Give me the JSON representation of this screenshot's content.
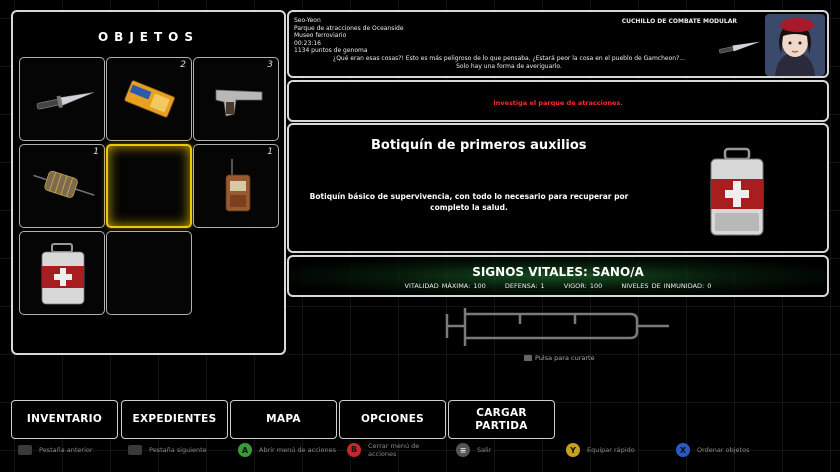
{
  "inventory": {
    "title": "OBJETOS",
    "slots": [
      {
        "item": "combat-knife",
        "qty": ""
      },
      {
        "item": "shotgun-shells",
        "qty": "2"
      },
      {
        "item": "magnum-pistol",
        "qty": "3"
      },
      {
        "item": "grenade",
        "qty": "1"
      },
      {
        "item": "empty",
        "qty": ""
      },
      {
        "item": "walkie-talkie",
        "qty": "1"
      },
      {
        "item": "first-aid-kit",
        "qty": ""
      },
      {
        "item": "empty",
        "qty": ""
      }
    ]
  },
  "info": {
    "character": "Seo-Yeon",
    "location": "Parque de atracciones de Oceanside",
    "sublocation": "Museo ferroviario",
    "time": "00:23:16",
    "genome": "1134 puntos de genoma",
    "quote_line1": "¿Qué eran esas cosas?! Esto es más peligroso de lo que pensaba. ¿Estará peor la cosa en el pueblo de Gamcheon?...",
    "quote_line2": "Solo hay una forma de averiguarlo.",
    "equipped_label": "CUCHILLO DE COMBATE MODULAR"
  },
  "objective": "Investiga el parque de atracciones.",
  "detail": {
    "title": "Botiquín de primeros auxilios",
    "description": "Botiquín básico de supervivencia, con todo lo necesario para recuperar por completo la salud."
  },
  "vitals": {
    "title": "SIGNOS VITALES: SANO/A",
    "stat1": "VITALIDAD MÁXIMA: 100",
    "stat2": "DEFENSA: 1",
    "stat3": "VIGOR: 100",
    "stat4": "NIVELES DE INMUNIDAD: 0"
  },
  "heal_hint": "Pulsa para curarte",
  "menu": {
    "inventory": "INVENTARIO",
    "files": "EXPEDIENTES",
    "map": "MAPA",
    "options": "OPCIONES",
    "load_line1": "CARGAR",
    "load_line2": "PARTIDA"
  },
  "hints": {
    "prev_tab": "Pestaña anterior",
    "next_tab": "Pestaña siguiente",
    "open_actions": "Abrir menú de acciones",
    "close_actions": "Cerrar menú de acciones",
    "exit": "Salir",
    "quick_equip": "Equipar rápido",
    "sort": "Ordenar objetos",
    "btn_a": "A",
    "btn_b": "B",
    "btn_y": "Y",
    "btn_x": "X"
  },
  "colors": {
    "objective": "#ff2a2a",
    "selection": "#f0c800",
    "btn_a": "#3a9a3a",
    "btn_b": "#c02a2a",
    "btn_y": "#c8a020",
    "btn_x": "#2a5ac0"
  }
}
